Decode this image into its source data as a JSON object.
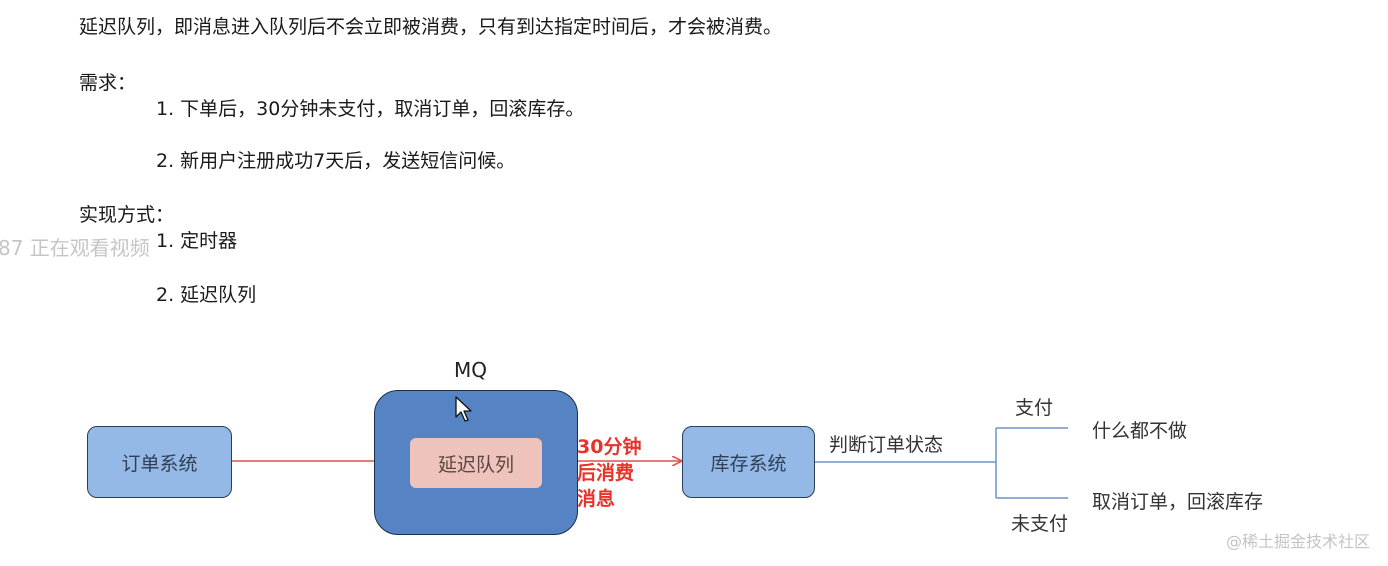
{
  "intro": "延迟队列，即消息进入队列后不会立即被消费，只有到达指定时间后，才会被消费。",
  "requirements": {
    "heading": "需求：",
    "items": [
      "1. 下单后，30分钟未支付，取消订单，回滚库存。",
      "2. 新用户注册成功7天后，发送短信问候。"
    ]
  },
  "implementation": {
    "heading": "实现方式：",
    "items": [
      "1. 定时器",
      "2. 延迟队列"
    ]
  },
  "overlay": {
    "viewers": "87 正在观看视频"
  },
  "diagram": {
    "order_system": "订单系统",
    "mq_label": "MQ",
    "delay_queue": "延迟队列",
    "consume_note": [
      "30分钟",
      "后消费",
      "消息"
    ],
    "inventory_system": "库存系统",
    "check_status": "判断订单状态",
    "paid": "支付",
    "do_nothing": "什么都不做",
    "unpaid": "未支付",
    "cancel_rollback": "取消订单，回滚库存"
  },
  "watermark": "@稀土掘金技术社区",
  "colors": {
    "system_box": "#94b9e6",
    "mq_box": "#5683c4",
    "delay_queue_box": "#eec3bb",
    "arrow_red": "#e0524c",
    "branch_line": "#6d93c6",
    "note_red": "#e8332a"
  }
}
